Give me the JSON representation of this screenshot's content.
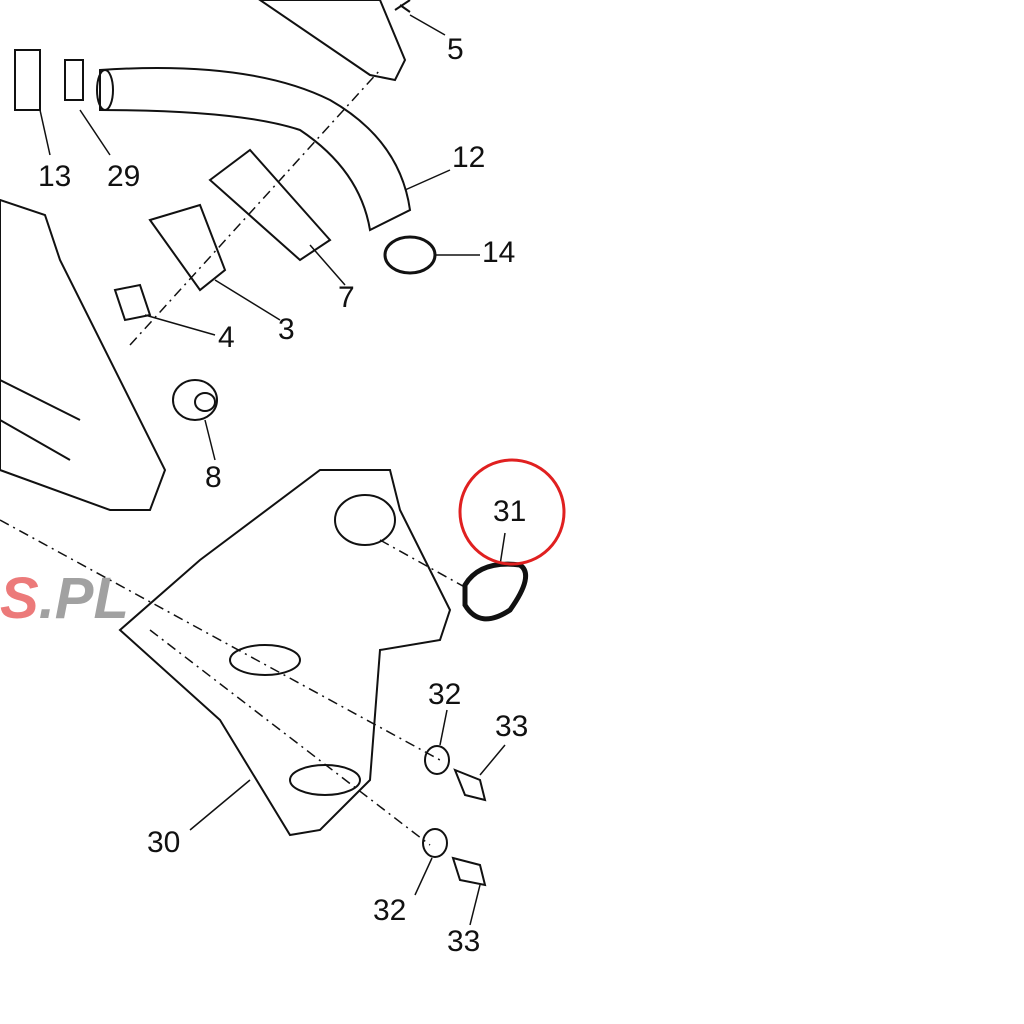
{
  "diagram": {
    "callouts": [
      {
        "id": "5",
        "label": "5"
      },
      {
        "id": "13",
        "label": "13"
      },
      {
        "id": "29",
        "label": "29"
      },
      {
        "id": "12",
        "label": "12"
      },
      {
        "id": "14",
        "label": "14"
      },
      {
        "id": "7",
        "label": "7"
      },
      {
        "id": "3",
        "label": "3"
      },
      {
        "id": "4",
        "label": "4"
      },
      {
        "id": "8",
        "label": "8"
      },
      {
        "id": "31",
        "label": "31"
      },
      {
        "id": "30",
        "label": "30"
      },
      {
        "id": "32a",
        "label": "32"
      },
      {
        "id": "33a",
        "label": "33"
      },
      {
        "id": "32b",
        "label": "32"
      },
      {
        "id": "33b",
        "label": "33"
      }
    ],
    "highlight": {
      "part": "31",
      "color": "#e02020"
    },
    "watermark": {
      "left": "S",
      ".": "",
      "text": ".PL"
    }
  }
}
